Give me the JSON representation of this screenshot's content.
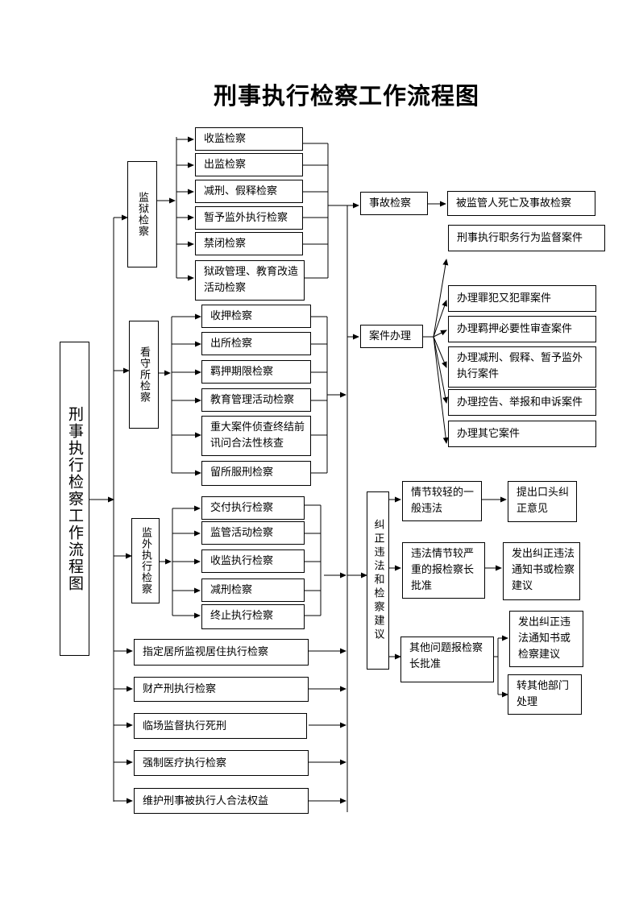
{
  "title": "刑事执行检察工作流程图",
  "root": "刑事执行检察工作流程图",
  "prison": {
    "label": "监狱检察",
    "items": [
      "收监检察",
      "出监检察",
      "减刑、假释检察",
      "暂予监外执行检察",
      "禁闭检察",
      "狱政管理、教育改造活动检察"
    ]
  },
  "detention": {
    "label": "看守所检察",
    "items": [
      "收押检察",
      "出所检察",
      "羁押期限检察",
      "教育管理活动检察",
      "重大案件侦查终结前讯问合法性核查",
      "留所服刑检察"
    ]
  },
  "community": {
    "label": "监外执行检察",
    "items": [
      "交付执行检察",
      "监管活动检察",
      "收监执行检察",
      "减刑检察",
      "终止执行检察"
    ]
  },
  "other_items": [
    "指定居所监视居住执行检察",
    "财产刑执行检察",
    "临场监督执行死刑",
    "强制医疗执行检察",
    "维护刑事被执行人合法权益"
  ],
  "accident": {
    "label": "事故检察",
    "result": "被监管人死亡及事故检察"
  },
  "cases": {
    "label": "案件办理",
    "items": [
      "刑事执行职务行为监督案件",
      "办理罪犯又犯罪案件",
      "办理羁押必要性审查案件",
      "办理减刑、假释、暂予监外执行案件",
      "办理控告、举报和申诉案件",
      "办理其它案件"
    ]
  },
  "correction": {
    "label": "纠正违法和检察建议",
    "minor": {
      "label": "情节较轻的一般违法",
      "result": "提出口头纠正意见"
    },
    "serious": {
      "label": "违法情节较严重的报检察长批准",
      "result": "发出纠正违法通知书或检察建议"
    },
    "other": {
      "label": "其他问题报检察长批准",
      "results": [
        "发出纠正违法通知书或检察建议",
        "转其他部门处理"
      ]
    }
  }
}
